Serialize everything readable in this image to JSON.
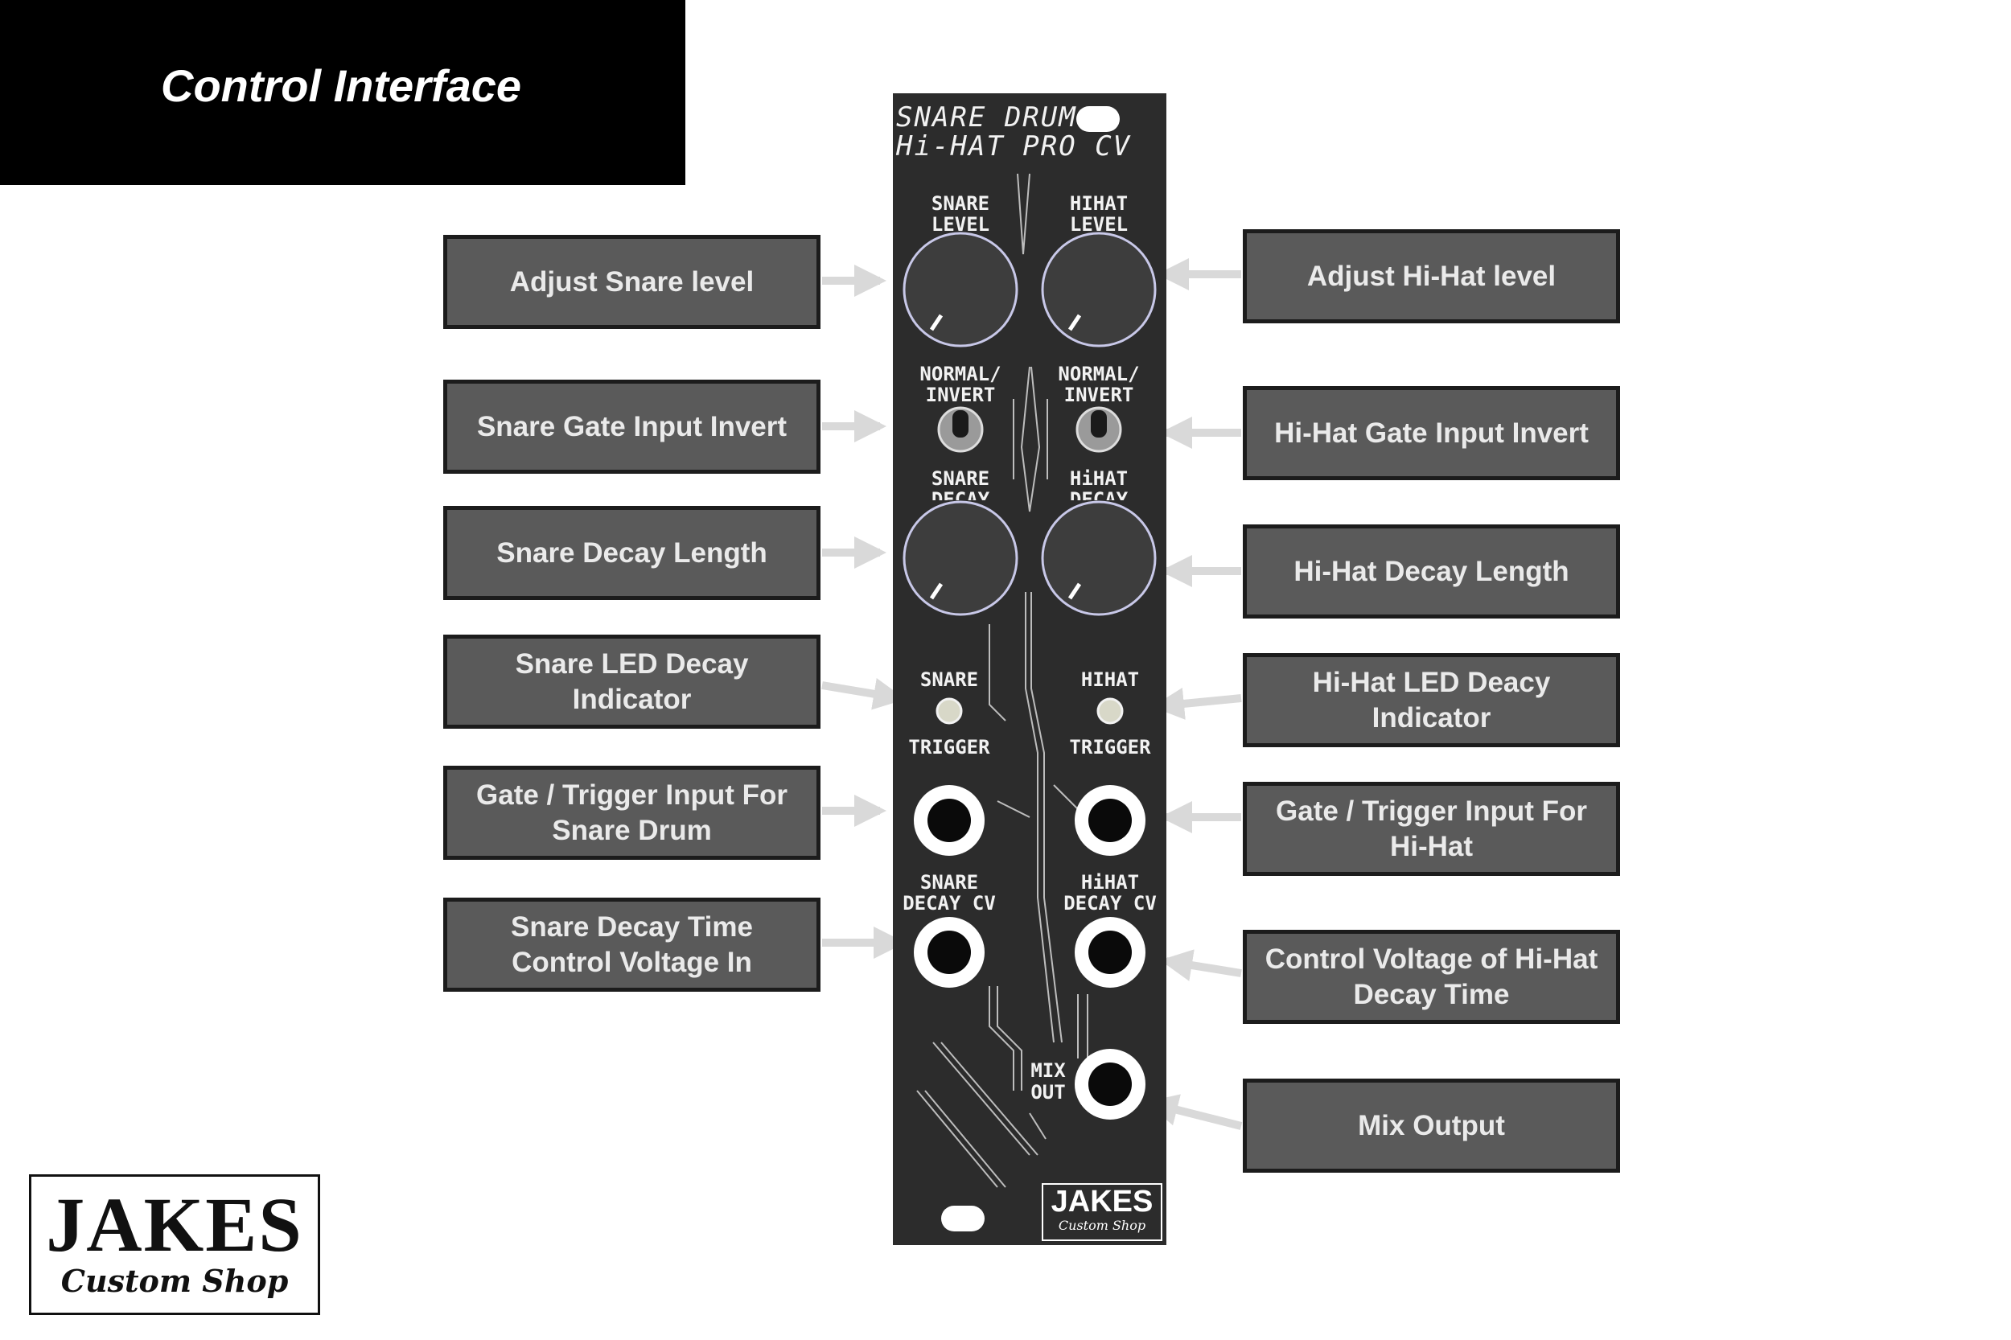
{
  "header": {
    "title": "Control Interface"
  },
  "panel": {
    "title_line1": "SNARE DRUM",
    "title_line2": "Hi-HAT PRO CV",
    "labels": {
      "snare_level": [
        "SNARE",
        "LEVEL"
      ],
      "hihat_level": [
        "HIHAT",
        "LEVEL"
      ],
      "snare_invert": [
        "NORMAL/",
        "INVERT"
      ],
      "hihat_invert": [
        "NORMAL/",
        "INVERT"
      ],
      "snare_decay": [
        "SNARE",
        "DECAY"
      ],
      "hihat_decay": [
        "HiHAT",
        "DECAY"
      ],
      "snare_led": "SNARE",
      "hihat_led": "HIHAT",
      "snare_trigger": "TRIGGER",
      "hihat_trigger": "TRIGGER",
      "snare_decay_cv": [
        "SNARE",
        "DECAY CV"
      ],
      "hihat_decay_cv": [
        "HiHAT",
        "DECAY CV"
      ],
      "mix_out": [
        "MIX",
        "OUT"
      ]
    },
    "logo": {
      "name": "JAKES",
      "tagline": "Custom Shop"
    }
  },
  "callouts": {
    "left": [
      {
        "lines": [
          "Adjust Snare level"
        ]
      },
      {
        "lines": [
          "Snare Gate Input Invert"
        ]
      },
      {
        "lines": [
          "Snare Decay Length"
        ]
      },
      {
        "lines": [
          "Snare LED Decay",
          "Indicator"
        ]
      },
      {
        "lines": [
          "Gate / Trigger Input For",
          "Snare Drum"
        ]
      },
      {
        "lines": [
          "Snare Decay Time",
          "Control Voltage In"
        ]
      }
    ],
    "right": [
      {
        "lines": [
          "Adjust Hi-Hat level"
        ]
      },
      {
        "lines": [
          "Hi-Hat Gate Input Invert"
        ]
      },
      {
        "lines": [
          "Hi-Hat Decay Length"
        ]
      },
      {
        "lines": [
          "Hi-Hat LED Deacy",
          "Indicator"
        ]
      },
      {
        "lines": [
          "Gate / Trigger Input For",
          "Hi-Hat"
        ]
      },
      {
        "lines": [
          "Control Voltage of Hi-Hat",
          "Decay Time"
        ]
      },
      {
        "lines": [
          "Mix Output"
        ]
      }
    ]
  },
  "logo": {
    "name": "JAKES",
    "tagline": "Custom Shop"
  },
  "colors": {
    "callout_bg": "#5a5a5a",
    "panel_bg": "#2c2c2c",
    "arrow": "#d9d9d9",
    "knob": "#3d3d3d"
  }
}
